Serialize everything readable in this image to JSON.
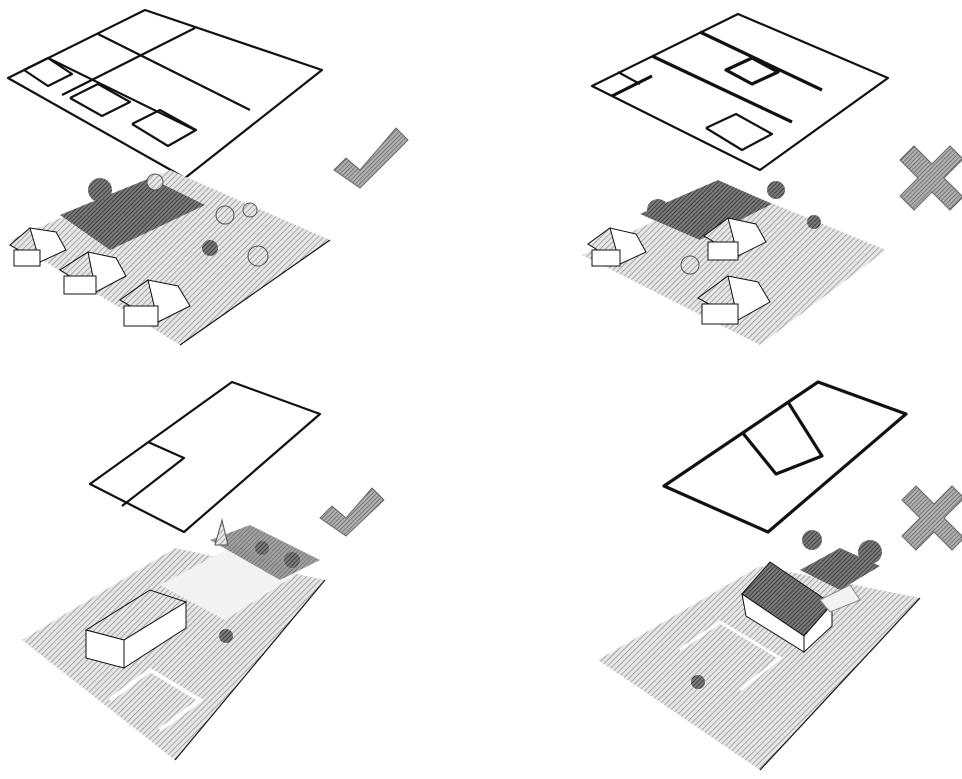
{
  "figure": {
    "panels": [
      {
        "id": "top-left",
        "verdict": "correct",
        "verdict_mark": "checkmark"
      },
      {
        "id": "top-right",
        "verdict": "incorrect",
        "verdict_mark": "cross"
      },
      {
        "id": "bottom-left",
        "verdict": "correct",
        "verdict_mark": "checkmark"
      },
      {
        "id": "bottom-right",
        "verdict": "incorrect",
        "verdict_mark": "cross"
      }
    ],
    "colors": {
      "line": "#111111",
      "mark": "#8a8a8a",
      "ground": "#cfcfcf",
      "dark": "#3a3a3a"
    }
  }
}
